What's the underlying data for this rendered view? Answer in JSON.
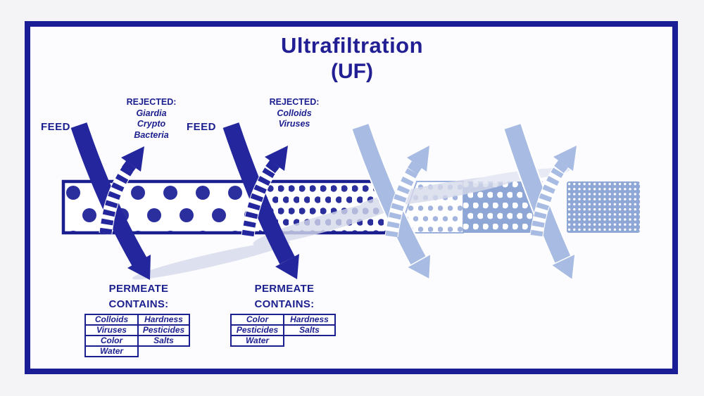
{
  "title": {
    "line1": "Ultrafiltration",
    "line2": "(UF)"
  },
  "sections": [
    {
      "feed_label": "FEED",
      "rejected_title": "REJECTED:",
      "rejected_items": [
        "Giardia",
        "Crypto",
        "Bacteria"
      ],
      "permeate_title": "PERMEATE",
      "permeate_subtitle": "CONTAINS:",
      "permeate_left": [
        "Colloids",
        "Viruses",
        "Color",
        "Water"
      ],
      "permeate_right": [
        "Hardness",
        "Pesticides",
        "Salts"
      ]
    },
    {
      "feed_label": "FEED",
      "rejected_title": "REJECTED:",
      "rejected_items": [
        "Colloids",
        "Viruses"
      ],
      "permeate_title": "PERMEATE",
      "permeate_subtitle": "CONTAINS:",
      "permeate_left": [
        "Color",
        "Pesticides",
        "Water"
      ],
      "permeate_right": [
        "Hardness",
        "Salts"
      ]
    }
  ],
  "colors": {
    "navy_text": "#1c1f8e",
    "navy_arrow": "#23269c",
    "navy_dot": "#2b2f9e",
    "frame_border": "#1b1d96",
    "ghost_blue": "#a8bbe2",
    "faded_dot": "#a3b5de",
    "faded_field": "#8fa7d6",
    "swoosh": "#d6daeb",
    "background": "#f4f4f7"
  }
}
